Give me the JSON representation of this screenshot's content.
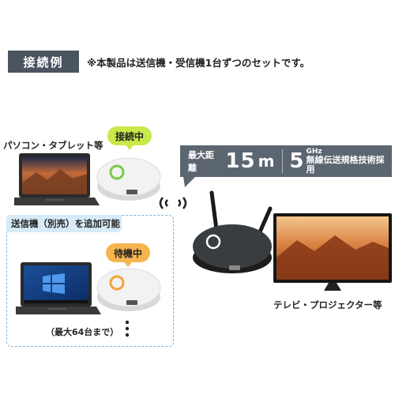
{
  "header": {
    "title": "接続例",
    "note": "※本製品は送信機・受信機1台ずつのセットです。"
  },
  "left_top": {
    "device_label": "パソコン・タブレット等",
    "status": "接続中"
  },
  "left_bottom": {
    "box_title": "送信機（別売）を追加可能",
    "status": "待機中",
    "max_label": "（最大64台まで）"
  },
  "spec": {
    "distance_label": "最大距離",
    "distance_value": "15",
    "distance_unit": "m",
    "freq_value": "5",
    "freq_unit": "GHz",
    "tech": "無線伝送規格技術採用"
  },
  "right": {
    "device_label": "テレビ・プロジェクター等"
  },
  "colors": {
    "title_bg": "#4a5560",
    "connected_bubble": "#c9e84a",
    "standby_bubble": "#f6b54f",
    "spec_bg": "#5b6670",
    "dashed_border": "#7fb3d8",
    "box_header_bg": "#d7eaf7"
  }
}
